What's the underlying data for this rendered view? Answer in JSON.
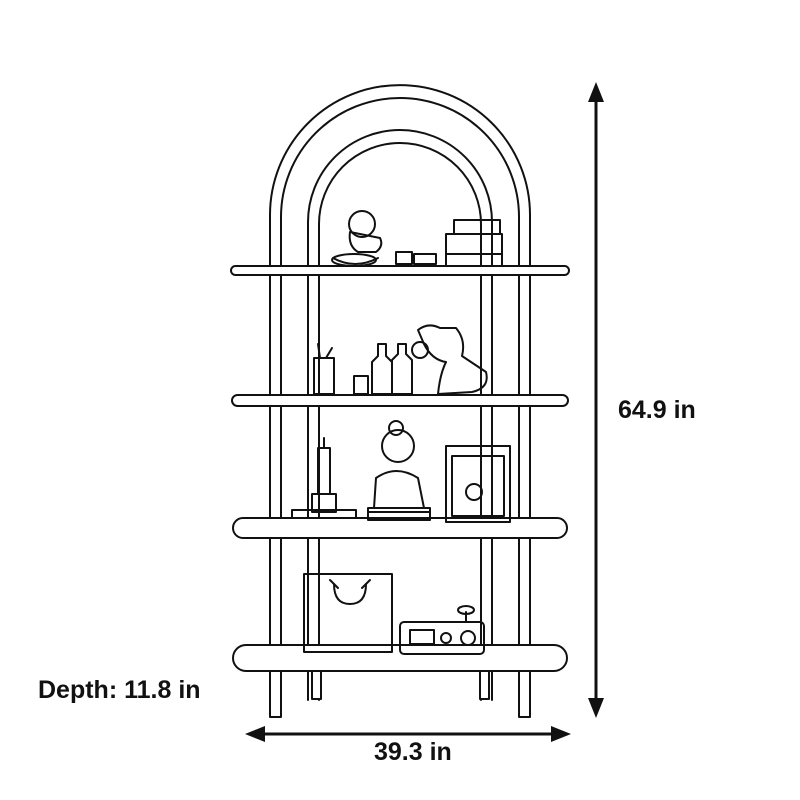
{
  "dimensions": {
    "height": "64.9 in",
    "width": "39.3 in",
    "depth": "Depth: 11.8 in"
  },
  "colors": {
    "line": "#111111",
    "background": "#ffffff"
  },
  "icons": [
    "bookshelf-illustration",
    "arrow-double-vertical",
    "arrow-double-horizontal"
  ]
}
